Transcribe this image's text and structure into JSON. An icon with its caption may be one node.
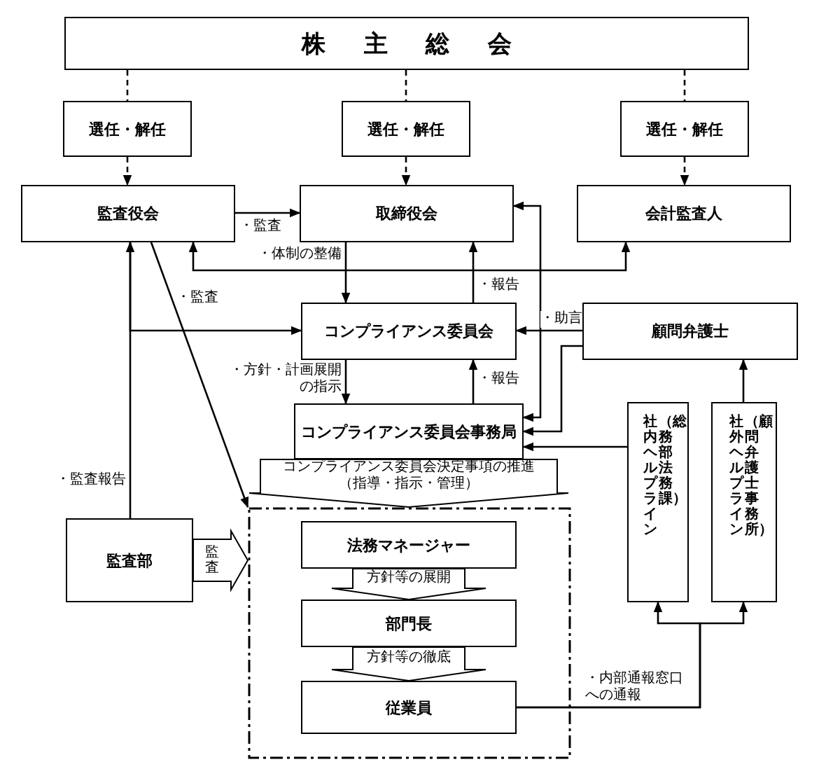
{
  "diagram": {
    "nodes": [
      {
        "text": [
          "株主総会"
        ]
      },
      {
        "text": [
          "選任・解任"
        ]
      },
      {
        "text": [
          "選任・解任"
        ]
      },
      {
        "text": [
          "選任・解任"
        ]
      },
      {
        "text": [
          "監査役会"
        ]
      },
      {
        "text": [
          "取締役会"
        ]
      },
      {
        "text": [
          "会計監査人"
        ]
      },
      {
        "text": [
          "コンプライアンス委員会"
        ]
      },
      {
        "text": [
          "顧問弁護士"
        ]
      },
      {
        "text": [
          "コンプライアンス委員会事務局"
        ]
      },
      {
        "text": [
          "社内ヘルプライン",
          "（総務部法務課）"
        ]
      },
      {
        "text": [
          "社外ヘルプライン",
          "（顧問弁護士事務所）"
        ]
      },
      {
        "text": [
          "監査部"
        ]
      },
      {
        "text": [],
        "shape": "box"
      },
      {
        "text": [
          "法務マネージャー"
        ],
        "in": 13
      },
      {
        "text": [
          "部門長"
        ],
        "in": 13
      },
      {
        "text": [
          "従業員"
        ],
        "in": 13
      }
    ],
    "edges": [
      {
        "from": 0,
        "to": 1,
        "arrow": "none",
        "style": "dashed"
      },
      {
        "from": 0,
        "to": 2,
        "arrow": "none",
        "style": "dashed"
      },
      {
        "from": 0,
        "to": 3,
        "arrow": "none",
        "style": "dashed"
      },
      {
        "from": 1,
        "to": 4,
        "arrow": "to",
        "style": "dashed"
      },
      {
        "from": 2,
        "to": 5,
        "arrow": "to",
        "style": "dashed"
      },
      {
        "from": 3,
        "to": 6,
        "arrow": "to",
        "style": "dashed"
      },
      {
        "from": 4,
        "to": 5,
        "arrow": "to",
        "label": "・監査"
      },
      {
        "from": 4,
        "to": 6,
        "arrow": "both"
      },
      {
        "from": 5,
        "to": 7,
        "arrow": "to",
        "label": "・体制の整備"
      },
      {
        "from": 7,
        "to": 5,
        "arrow": "to",
        "label": "・報告"
      },
      {
        "from": 5,
        "to": 9,
        "arrow": "both"
      },
      {
        "from": 8,
        "to": 7,
        "arrow": "to",
        "label": "・助言"
      },
      {
        "from": 8,
        "to": 9,
        "arrow": "to"
      },
      {
        "from": 7,
        "to": 9,
        "arrow": "to",
        "label": "・方針・計画展開の指示"
      },
      {
        "from": 9,
        "to": 7,
        "arrow": "to",
        "label": "・報告"
      },
      {
        "from": 10,
        "to": 9,
        "arrow": "to"
      },
      {
        "from": 11,
        "to": 8,
        "arrow": "to"
      },
      {
        "from": 12,
        "to": 4,
        "arrow": "to",
        "label": "・監査報告"
      },
      {
        "from": 4,
        "to": 7,
        "arrow": "to"
      },
      {
        "from": 4,
        "to": 13,
        "arrow": "to",
        "label": "・監査"
      },
      {
        "from": 12,
        "to": 13,
        "arrow": "to",
        "label": "監査",
        "style": "thick"
      },
      {
        "from": 9,
        "to": 13,
        "arrow": "to",
        "label": "コンプライアンス委員会決定事項の推進（指導・指示・管理）",
        "style": "thick"
      },
      {
        "from": 14,
        "to": 15,
        "arrow": "to",
        "label": "方針等の展開",
        "style": "thick"
      },
      {
        "from": 15,
        "to": 16,
        "arrow": "to",
        "label": "方針等の徹底",
        "style": "thick"
      },
      {
        "from": 16,
        "to": 10,
        "arrow": "to",
        "label": "・内部通報窓口への通報"
      },
      {
        "from": 16,
        "to": 11,
        "arrow": "to"
      }
    ]
  }
}
